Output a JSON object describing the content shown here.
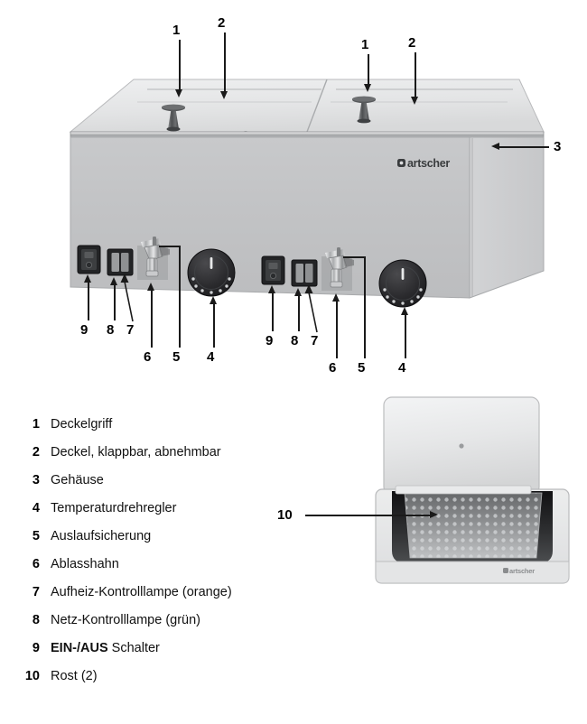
{
  "document": {
    "type": "product-parts-diagram",
    "language": "de",
    "brand": "Bartscher",
    "product": "Doppel-Bain-Marie / Wasserbad"
  },
  "main_figure": {
    "name": "bain-marie-overview",
    "brand_logo": "Bartscher",
    "callouts": [
      {
        "id": "1",
        "label": "1",
        "target": "lid-handle-left",
        "direction": "down"
      },
      {
        "id": "2",
        "label": "2",
        "target": "lid-left",
        "direction": "down"
      },
      {
        "id": "1b",
        "label": "1",
        "target": "lid-handle-right",
        "direction": "down"
      },
      {
        "id": "2b",
        "label": "2",
        "target": "lid-right",
        "direction": "down"
      },
      {
        "id": "3",
        "label": "3",
        "target": "housing",
        "direction": "left"
      },
      {
        "id": "9",
        "label": "9",
        "target": "power-switch-left",
        "direction": "up"
      },
      {
        "id": "8",
        "label": "8",
        "target": "mains-lamp-left",
        "direction": "up"
      },
      {
        "id": "7",
        "label": "7",
        "target": "heating-lamp-left",
        "direction": "up"
      },
      {
        "id": "6",
        "label": "6",
        "target": "drain-tap-left",
        "direction": "up"
      },
      {
        "id": "5",
        "label": "5",
        "target": "drip-guard-left",
        "direction": "up"
      },
      {
        "id": "4",
        "label": "4",
        "target": "thermostat-left",
        "direction": "up"
      },
      {
        "id": "9b",
        "label": "9",
        "target": "power-switch-right",
        "direction": "up"
      },
      {
        "id": "8b",
        "label": "8",
        "target": "mains-lamp-right",
        "direction": "up"
      },
      {
        "id": "7b",
        "label": "7",
        "target": "heating-lamp-right",
        "direction": "up"
      },
      {
        "id": "6b",
        "label": "6",
        "target": "drain-tap-right",
        "direction": "up"
      },
      {
        "id": "5b",
        "label": "5",
        "target": "drip-guard-right",
        "direction": "up"
      },
      {
        "id": "4b",
        "label": "4",
        "target": "thermostat-right",
        "direction": "up"
      }
    ]
  },
  "inset_figure": {
    "name": "open-lid-with-grid",
    "brand_logo": "Bartscher",
    "callout": {
      "id": "10",
      "label": "10",
      "target": "grid",
      "direction": "right"
    }
  },
  "legend": {
    "items": [
      {
        "num": "1",
        "text": "Deckelgriff"
      },
      {
        "num": "2",
        "text": "Deckel, klappbar, abnehmbar"
      },
      {
        "num": "3",
        "text": "Gehäuse"
      },
      {
        "num": "4",
        "text": "Temperaturdrehregler"
      },
      {
        "num": "5",
        "text": "Auslaufsicherung"
      },
      {
        "num": "6",
        "text": "Ablasshahn"
      },
      {
        "num": "7",
        "text": "Aufheiz-Kontrolllampe (orange)"
      },
      {
        "num": "8",
        "text": "Netz-Kontrolllampe (grün)"
      },
      {
        "num": "9",
        "text": "EIN-/AUS Schalter",
        "bold_prefix": "EIN-/AUS",
        "rest": " Schalter"
      },
      {
        "num": "10",
        "text": "Rost (2)"
      }
    ]
  },
  "colors": {
    "lid_top": "#e7e8e9",
    "front_face": "#c3c4c6",
    "side_face": "#cdced0",
    "dark_control": "#2b2b2d",
    "chrome": "#b9bbbd",
    "line": "#1a1a1a"
  }
}
